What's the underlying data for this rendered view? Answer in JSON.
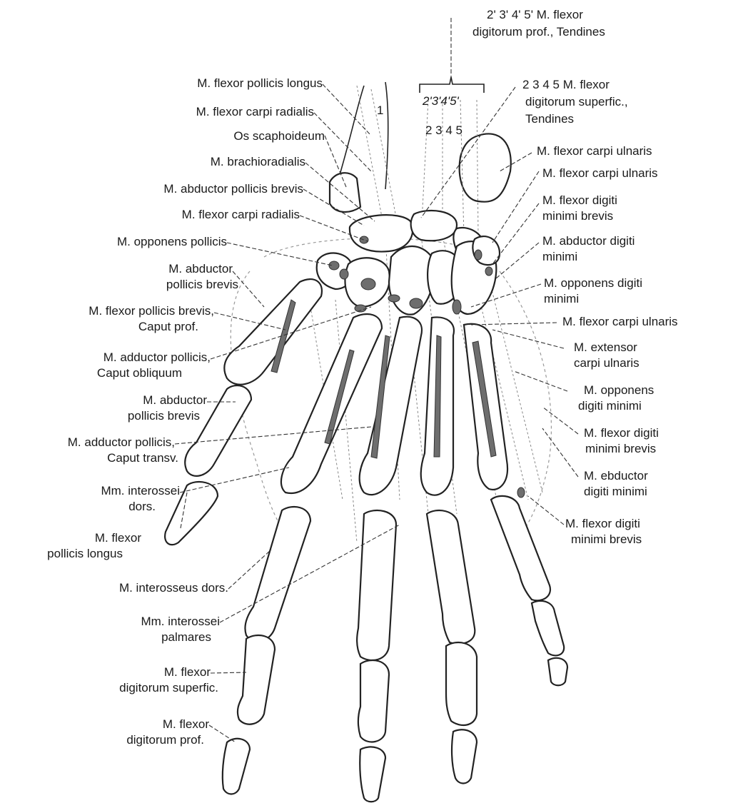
{
  "labels": {
    "l1": "M. flexor pollicis longus",
    "l2": "M. flexor carpi radialis",
    "l3": "Os scaphoideum",
    "l4": "M. brachioradialis",
    "l5": "M. abductor pollicis brevis",
    "l6": "M. flexor carpi radialis",
    "l7": "M. opponens pollicis",
    "l8a": "M. abductor",
    "l8b": "pollicis brevis",
    "l9a": "M. flexor pollicis brevis,",
    "l9b": "Caput prof.",
    "l10a": "M. adductor pollicis,",
    "l10b": "Caput obliquum",
    "l11a": "M. abductor",
    "l11b": "pollicis brevis",
    "l12a": "M. adductor pollicis,",
    "l12b": "Caput transv.",
    "l13a": "Mm. interossei",
    "l13b": "dors.",
    "l14a": "M. flexor",
    "l14b": "pollicis longus",
    "l15": "M. interosseus dors.",
    "l16a": "Mm. interossei",
    "l16b": "palmares",
    "l17a": "M. flexor",
    "l17b": "digitorum superfic.",
    "l18a": "M. flexor",
    "l18b": "digitorum prof.",
    "r1a": "2' 3' 4' 5' M. flexor",
    "r1b": "digitorum prof., Tendines",
    "r2a": "2 3 4 5  M. flexor",
    "r2b": "digitorum superfic.,",
    "r2c": "Tendines",
    "r3": "M. flexor carpi ulnaris",
    "r4": "M. flexor carpi ulnaris",
    "r5a": "M. flexor digiti",
    "r5b": "minimi brevis",
    "r6a": "M. abductor digiti",
    "r6b": "minimi",
    "r7a": "M. opponens digiti",
    "r7b": "minimi",
    "r8": "M. flexor carpi ulnaris",
    "r9a": "M. extensor",
    "r9b": "carpi ulnaris",
    "r10a": "M. opponens",
    "r10b": "digiti minimi",
    "r11a": "M. flexor digiti",
    "r11b": "minimi brevis",
    "r12a": "M. ebductor",
    "r12b": "digiti minimi",
    "r13a": "M. flexor digiti",
    "r13b": "minimi brevis",
    "tag_prof": "2'3'4'5'",
    "tag_sup": "2 3 4 5",
    "tag_1": "1"
  }
}
